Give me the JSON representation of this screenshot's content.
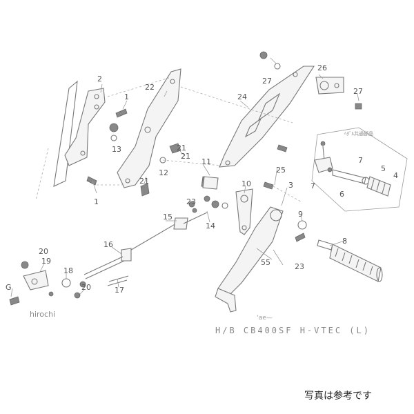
{
  "watermark": "hirochi",
  "model_mark": "‘ae—",
  "model_label": "H/B  CB400SF  H-VTEC  (L)",
  "note": "写真は参考です",
  "kit_label": "ﾍﾀﾞﾙ共通部品",
  "callouts": {
    "c1a": "1",
    "c1b": "1",
    "c2": "2",
    "c3": "3",
    "c4": "4",
    "c5": "5",
    "c6": "6",
    "c7a": "7",
    "c7b": "7",
    "c8": "8",
    "c9": "9",
    "c10": "10",
    "c11": "11",
    "c12": "12",
    "c13": "13",
    "c14": "14",
    "c15": "15",
    "c16": "16",
    "c17": "17",
    "c18": "18",
    "c19": "19",
    "c20a": "20",
    "c20b": "20",
    "c21a": "21",
    "c21b": "21",
    "c22": "22",
    "c23a": "23",
    "c23b": "23",
    "c24": "24",
    "c25": "25",
    "c26": "26",
    "c27a": "27",
    "c27b": "27",
    "c55": "55",
    "cG": "G"
  },
  "colors": {
    "line": "#777777",
    "label": "#555555",
    "note": "#222222"
  }
}
